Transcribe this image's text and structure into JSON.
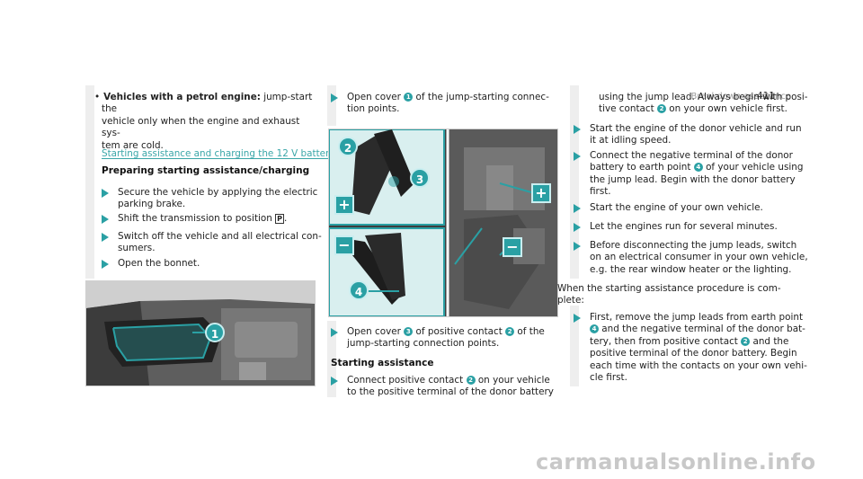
{
  "header": {
    "section": "Breakdown assistance",
    "page": "411"
  },
  "col1": {
    "bullet_bold": "Vehicles with a petrol engine:",
    "bullet_rest_l1": " jump-start the",
    "bullet_l2": "vehicle only when the engine and exhaust sys-",
    "bullet_l3": "tem are cold.",
    "link_title": "Starting assistance and charging the 12 V battery",
    "subheading": "Preparing starting assistance/charging",
    "step1_l1": "Secure the vehicle by applying the electric",
    "step1_l2": "parking brake.",
    "step2_text": "Shift the transmission to position",
    "step2_symbol": "P",
    "step2_end": ".",
    "step3_l1": "Switch off the vehicle and all electrical con-",
    "step3_l2": "sumers.",
    "step4": "Open the bonnet.",
    "photo_callout": "1"
  },
  "col2": {
    "step1_a": "Open cover ",
    "step1_badge": "1",
    "step1_b": " of the jump-starting connec-",
    "step1_l2": "tion points.",
    "callouts": {
      "c2": "2",
      "c3": "3",
      "c4": "4",
      "plus": "+",
      "minus": "−"
    },
    "step2_a": "Open cover ",
    "step2_badge3": "3",
    "step2_b": " of positive contact ",
    "step2_badge2": "2",
    "step2_c": " of the",
    "step2_l2": "jump-starting connection points.",
    "subheading": "Starting assistance",
    "step3_a": "Connect positive contact ",
    "step3_badge": "2",
    "step3_b": " on your vehicle",
    "step3_l2": "to the positive terminal of the donor battery"
  },
  "col3": {
    "cont_l1": "using the jump lead. Always begin with posi-",
    "cont_l2a": "tive contact ",
    "cont_badge": "2",
    "cont_l2b": " on your own vehicle first.",
    "s1_l1": "Start the engine of the donor vehicle and run",
    "s1_l2": "it at idling speed.",
    "s2_l1": "Connect the negative terminal of the donor",
    "s2_l2a": "battery to earth point ",
    "s2_badge": "4",
    "s2_l2b": " of your vehicle using",
    "s2_l3": "the jump lead. Begin with the donor battery",
    "s2_l4": "first.",
    "s3": "Start the engine of your own vehicle.",
    "s4": "Let the engines run for several minutes.",
    "s5_l1": "Before disconnecting the jump leads, switch",
    "s5_l2": "on an electrical consumer in your own vehicle,",
    "s5_l3": "e.g. the rear window heater or the lighting.",
    "when_l1": "When the starting assistance procedure is com-",
    "when_l2": "plete:",
    "s6_l1": "First, remove the jump leads from earth point",
    "s6_l2a": "",
    "s6_badge4": "4",
    "s6_l2b": " and the negative terminal of the donor bat-",
    "s6_l3a": "tery, then from positive contact ",
    "s6_badge2": "2",
    "s6_l3b": " and the",
    "s6_l4": "positive terminal of the donor battery. Begin",
    "s6_l5": "each time with the contacts on your own vehi-",
    "s6_l6": "cle first."
  },
  "watermark": "carmanualsonline.info",
  "colors": {
    "accent": "#2aa0a4",
    "link": "#3aa6a8",
    "band": "#eeeeee"
  }
}
